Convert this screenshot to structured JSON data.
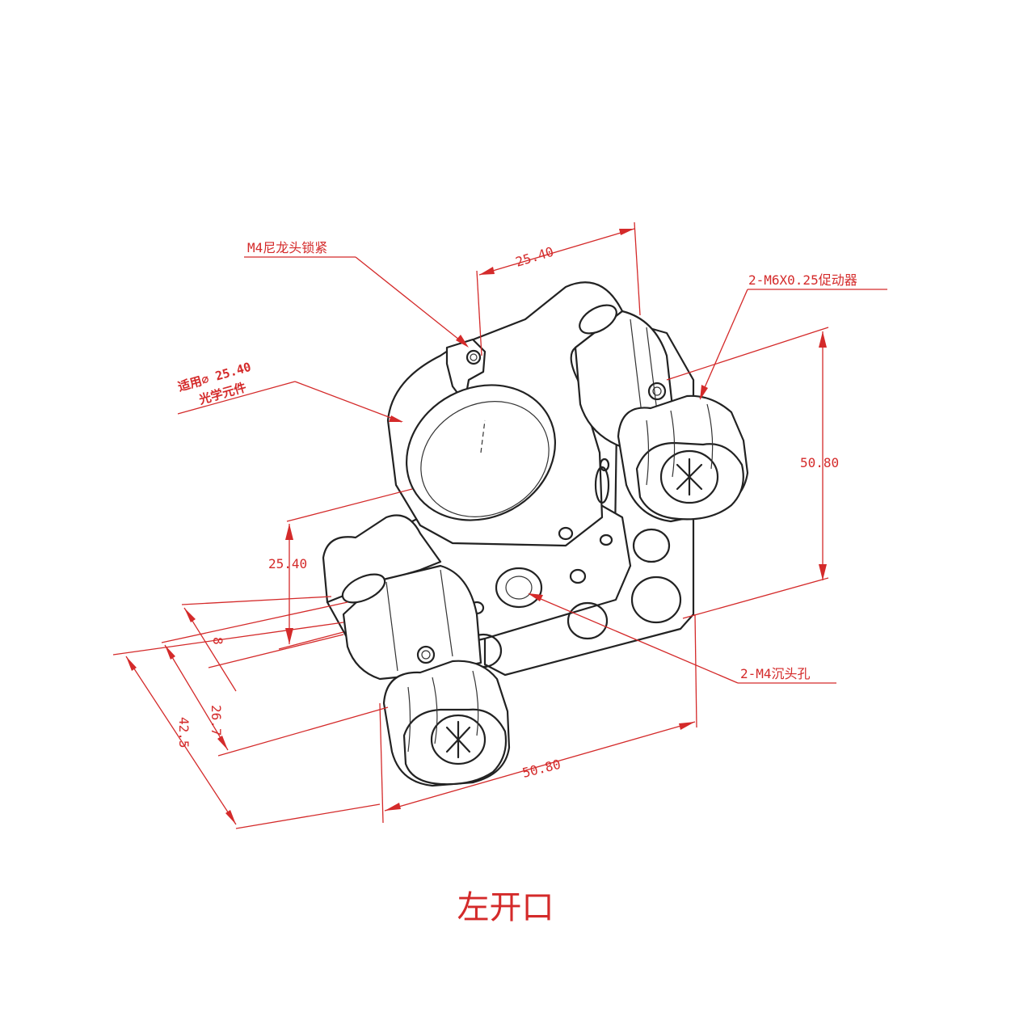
{
  "annotations": {
    "lock_screw": "M4尼龙头锁紧",
    "actuator": "2-M6X0.25促动器",
    "optic_line1": "适用∅ 25.40",
    "optic_line2": "光学元件",
    "counterbore": "2-M4沉头孔"
  },
  "dimensions": {
    "top_width": "25.40",
    "right_height": "50.80",
    "left_height": "25.40",
    "offset": "8",
    "depth": "26.7",
    "overall": "42.5",
    "bottom_width": "50.80"
  },
  "caption": "左开口",
  "colors": {
    "annotation": "#d42a2a",
    "line": "#222222"
  }
}
